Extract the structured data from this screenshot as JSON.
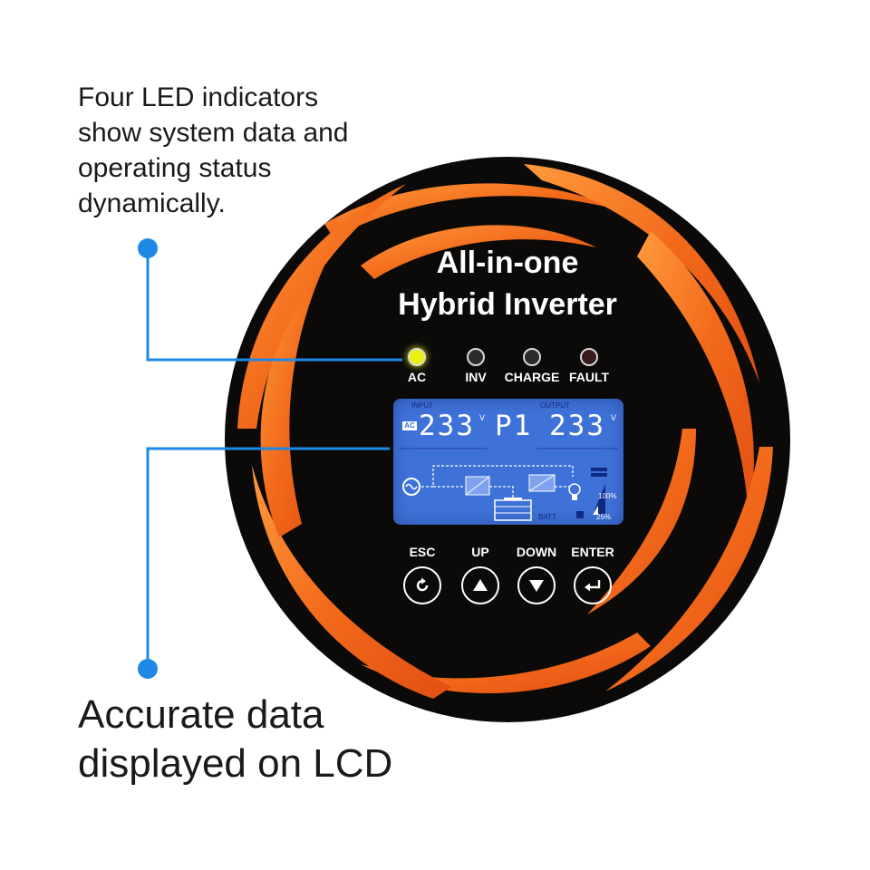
{
  "captions": {
    "top_lines": [
      "Four LED indicators",
      "show system data and",
      "operating status",
      "dynamically."
    ],
    "bottom_lines": [
      "Accurate data",
      "displayed on LCD"
    ]
  },
  "panel": {
    "title_lines": [
      "All-in-one",
      "Hybrid Inverter"
    ],
    "leds": [
      {
        "label": "AC",
        "state": "on",
        "color": "#e9f010"
      },
      {
        "label": "INV",
        "state": "off",
        "color": "#2a2a2a"
      },
      {
        "label": "CHARGE",
        "state": "off",
        "color": "#2a2a2a"
      },
      {
        "label": "FAULT",
        "state": "off",
        "color": "#3a1a1a"
      }
    ],
    "lcd": {
      "input_label": "INPUT",
      "output_label": "OUTPUT",
      "ac_badge": "AC",
      "input_value": "233",
      "program": "P1",
      "output_value": "233",
      "unit": "V",
      "battery_label": "BATT",
      "load_high": "100%",
      "load_low": "25%"
    },
    "buttons": [
      {
        "label": "ESC",
        "icon": "return-icon"
      },
      {
        "label": "UP",
        "icon": "triangle-up-icon"
      },
      {
        "label": "DOWN",
        "icon": "triangle-down-icon"
      },
      {
        "label": "ENTER",
        "icon": "enter-icon"
      }
    ]
  },
  "colors": {
    "accent_blue": "#1e88e5",
    "panel_black": "#0b0a09",
    "swirl_orange": "#f26a1b",
    "lcd_blue": "#3f72d8"
  }
}
